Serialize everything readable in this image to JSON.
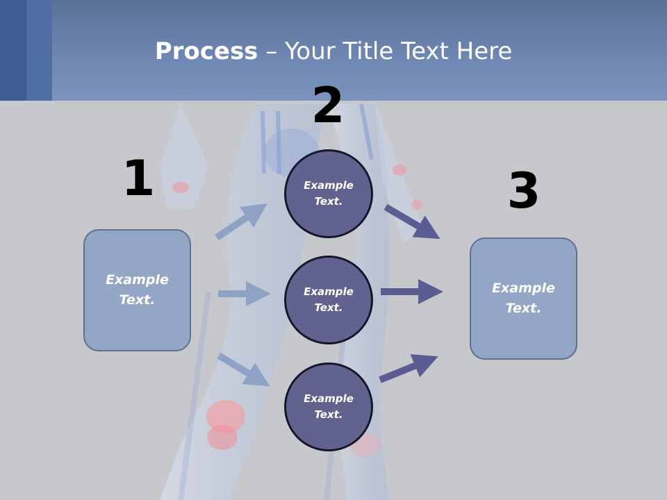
{
  "header": {
    "title_bold": "Process",
    "title_rest": " – Your Title Text Here"
  },
  "diagram": {
    "steps": [
      {
        "number": "1",
        "box_text": "Example Text."
      },
      {
        "number": "2",
        "circles": [
          "Example Text.",
          "Example Text.",
          "Example Text."
        ]
      },
      {
        "number": "3",
        "box_text": "Example Text."
      }
    ]
  },
  "colors": {
    "header": "#6f88b4",
    "background": "#c7c8cc",
    "box_fill": "#94a6c6",
    "circle_fill": "#62628f",
    "arrow_light": "#8ea2c6",
    "arrow_dark": "#5b5c92"
  }
}
